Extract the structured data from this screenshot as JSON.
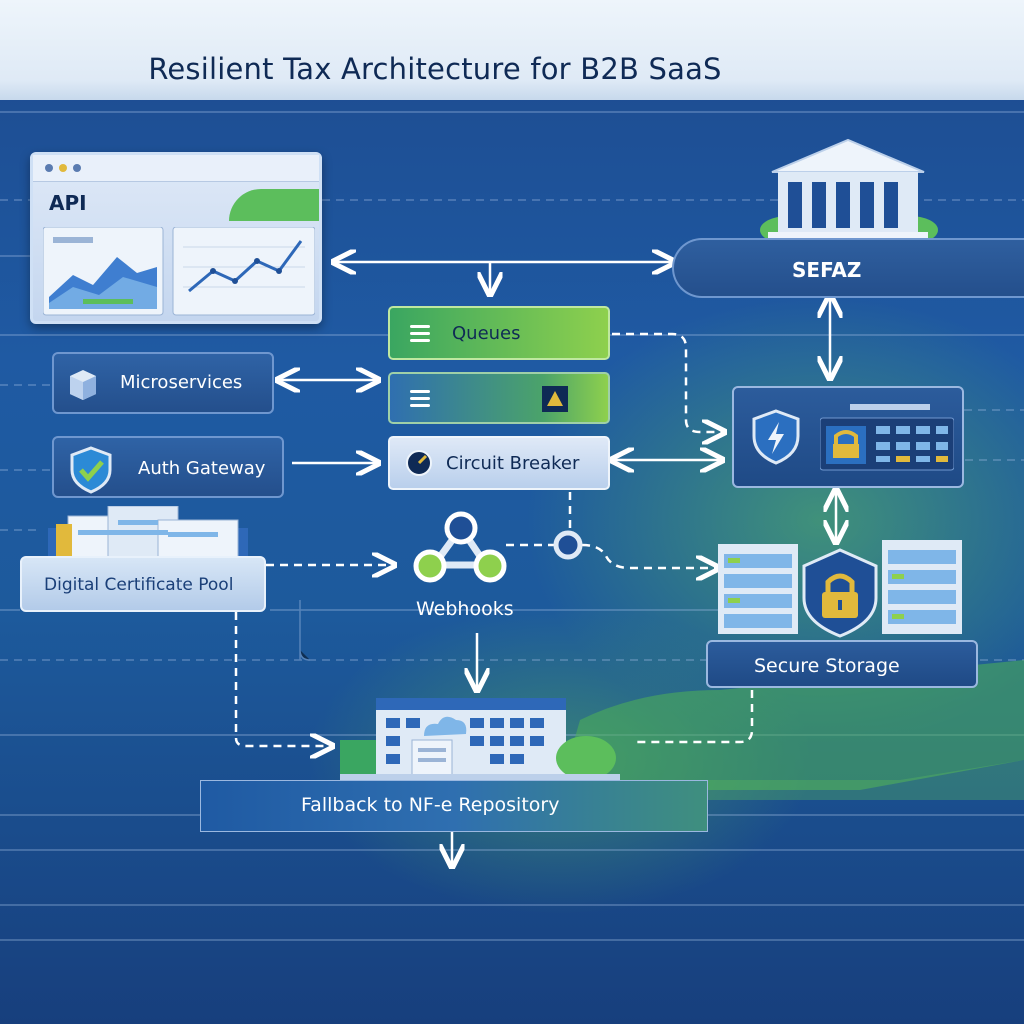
{
  "title": "Resilient Tax Architecture for B2B SaaS",
  "nodes": {
    "api": "API",
    "microservices": "Microservices",
    "auth_gateway": "Auth Gateway",
    "digital_certificate_pool": "Digital Certificate Pool",
    "queues": "Queues",
    "circuit_breaker": "Circuit Breaker",
    "webhooks": "Webhooks",
    "sefaz": "SEFAZ",
    "secure_storage": "Secure Storage",
    "fallback": "Fallback to NF-e Repository"
  },
  "colors": {
    "background_dark": "#173f7d",
    "background_mid": "#1f5aa3",
    "accent_green": "#5cbe5c",
    "panel_border": "#6f97cf"
  }
}
